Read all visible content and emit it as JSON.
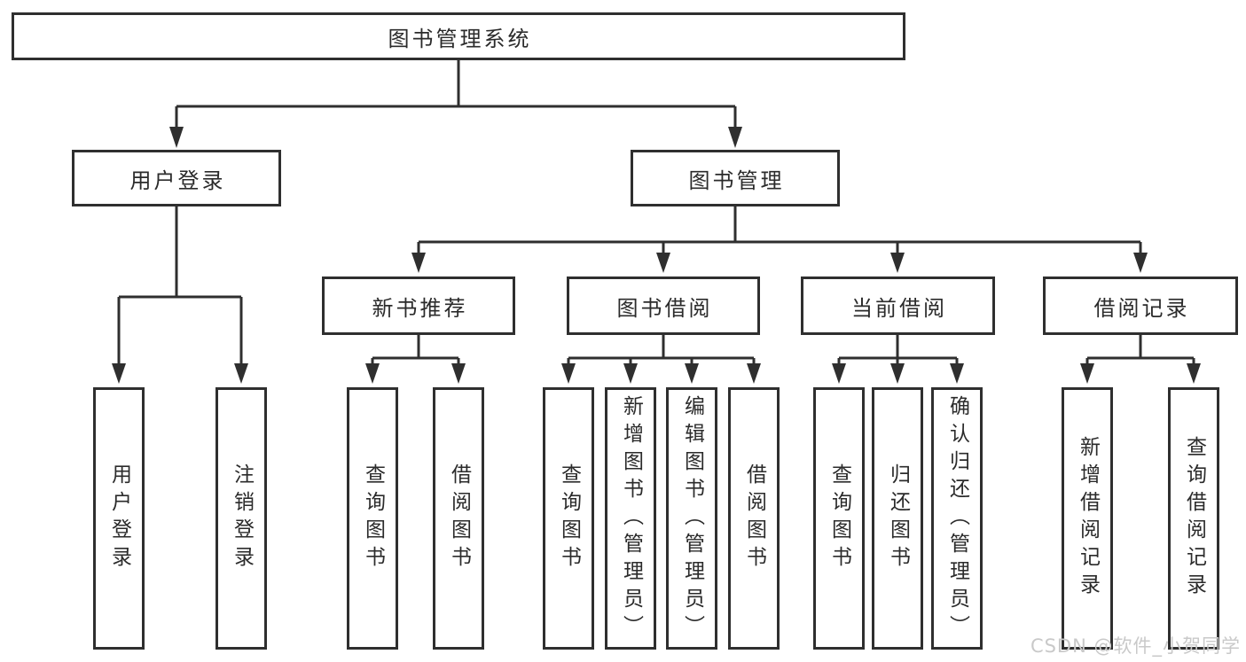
{
  "tree": {
    "root": {
      "label": "图书管理系统"
    },
    "branches": [
      {
        "label": "用户登录",
        "leaves": [
          "用户登录",
          "注销登录"
        ]
      },
      {
        "label": "图书管理",
        "groups": [
          {
            "label": "新书推荐",
            "leaves": [
              "查询图书",
              "借阅图书"
            ]
          },
          {
            "label": "图书借阅",
            "leaves": [
              "查询图书",
              "新增图书（管理员）",
              "编辑图书（管理员）",
              "借阅图书"
            ]
          },
          {
            "label": "当前借阅",
            "leaves": [
              "查询图书",
              "归还图书",
              "确认归还（管理员）"
            ]
          },
          {
            "label": "借阅记录",
            "leaves": [
              "新增借阅记录",
              "查询借阅记录"
            ]
          }
        ]
      }
    ]
  },
  "watermark": {
    "text": "CSDN @软件_小贺同学"
  },
  "colors": {
    "line": "#2f2f2f",
    "text": "#2b2b2b",
    "background": "#ffffff",
    "watermark": "#c9c9c9"
  }
}
